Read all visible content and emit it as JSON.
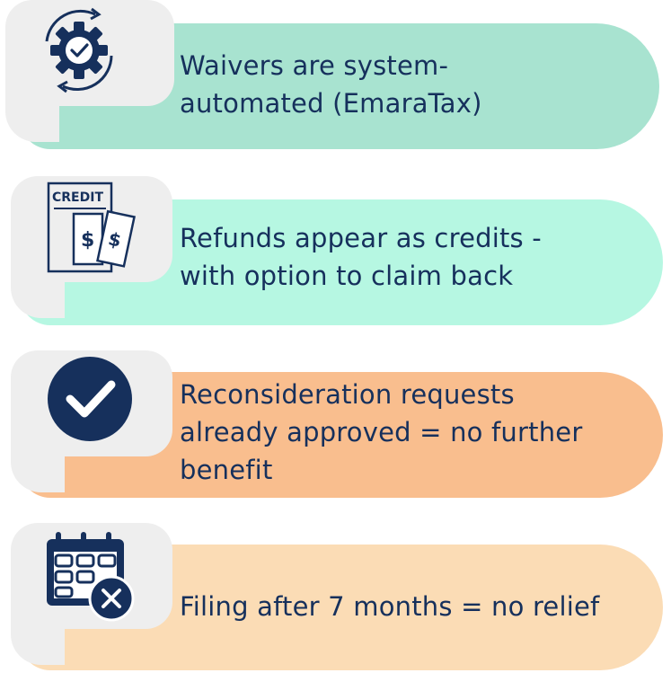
{
  "items": [
    {
      "text": "Waivers are system-\nautomated (EmaraTax)",
      "color": "#a8e3d0",
      "icon": "gear-check-icon"
    },
    {
      "text": "Refunds appear as credits -\nwith option to claim back",
      "color": "#b6f7e2",
      "icon": "credit-refund-icon",
      "icon_label": "CREDIT"
    },
    {
      "text": "Reconsideration requests\nalready approved = no further\nbenefit",
      "color": "#f9be8e",
      "icon": "check-circle-icon"
    },
    {
      "text": "Filing after 7 months = no relief",
      "color": "#fbdcb5",
      "icon": "calendar-cancel-icon"
    }
  ]
}
